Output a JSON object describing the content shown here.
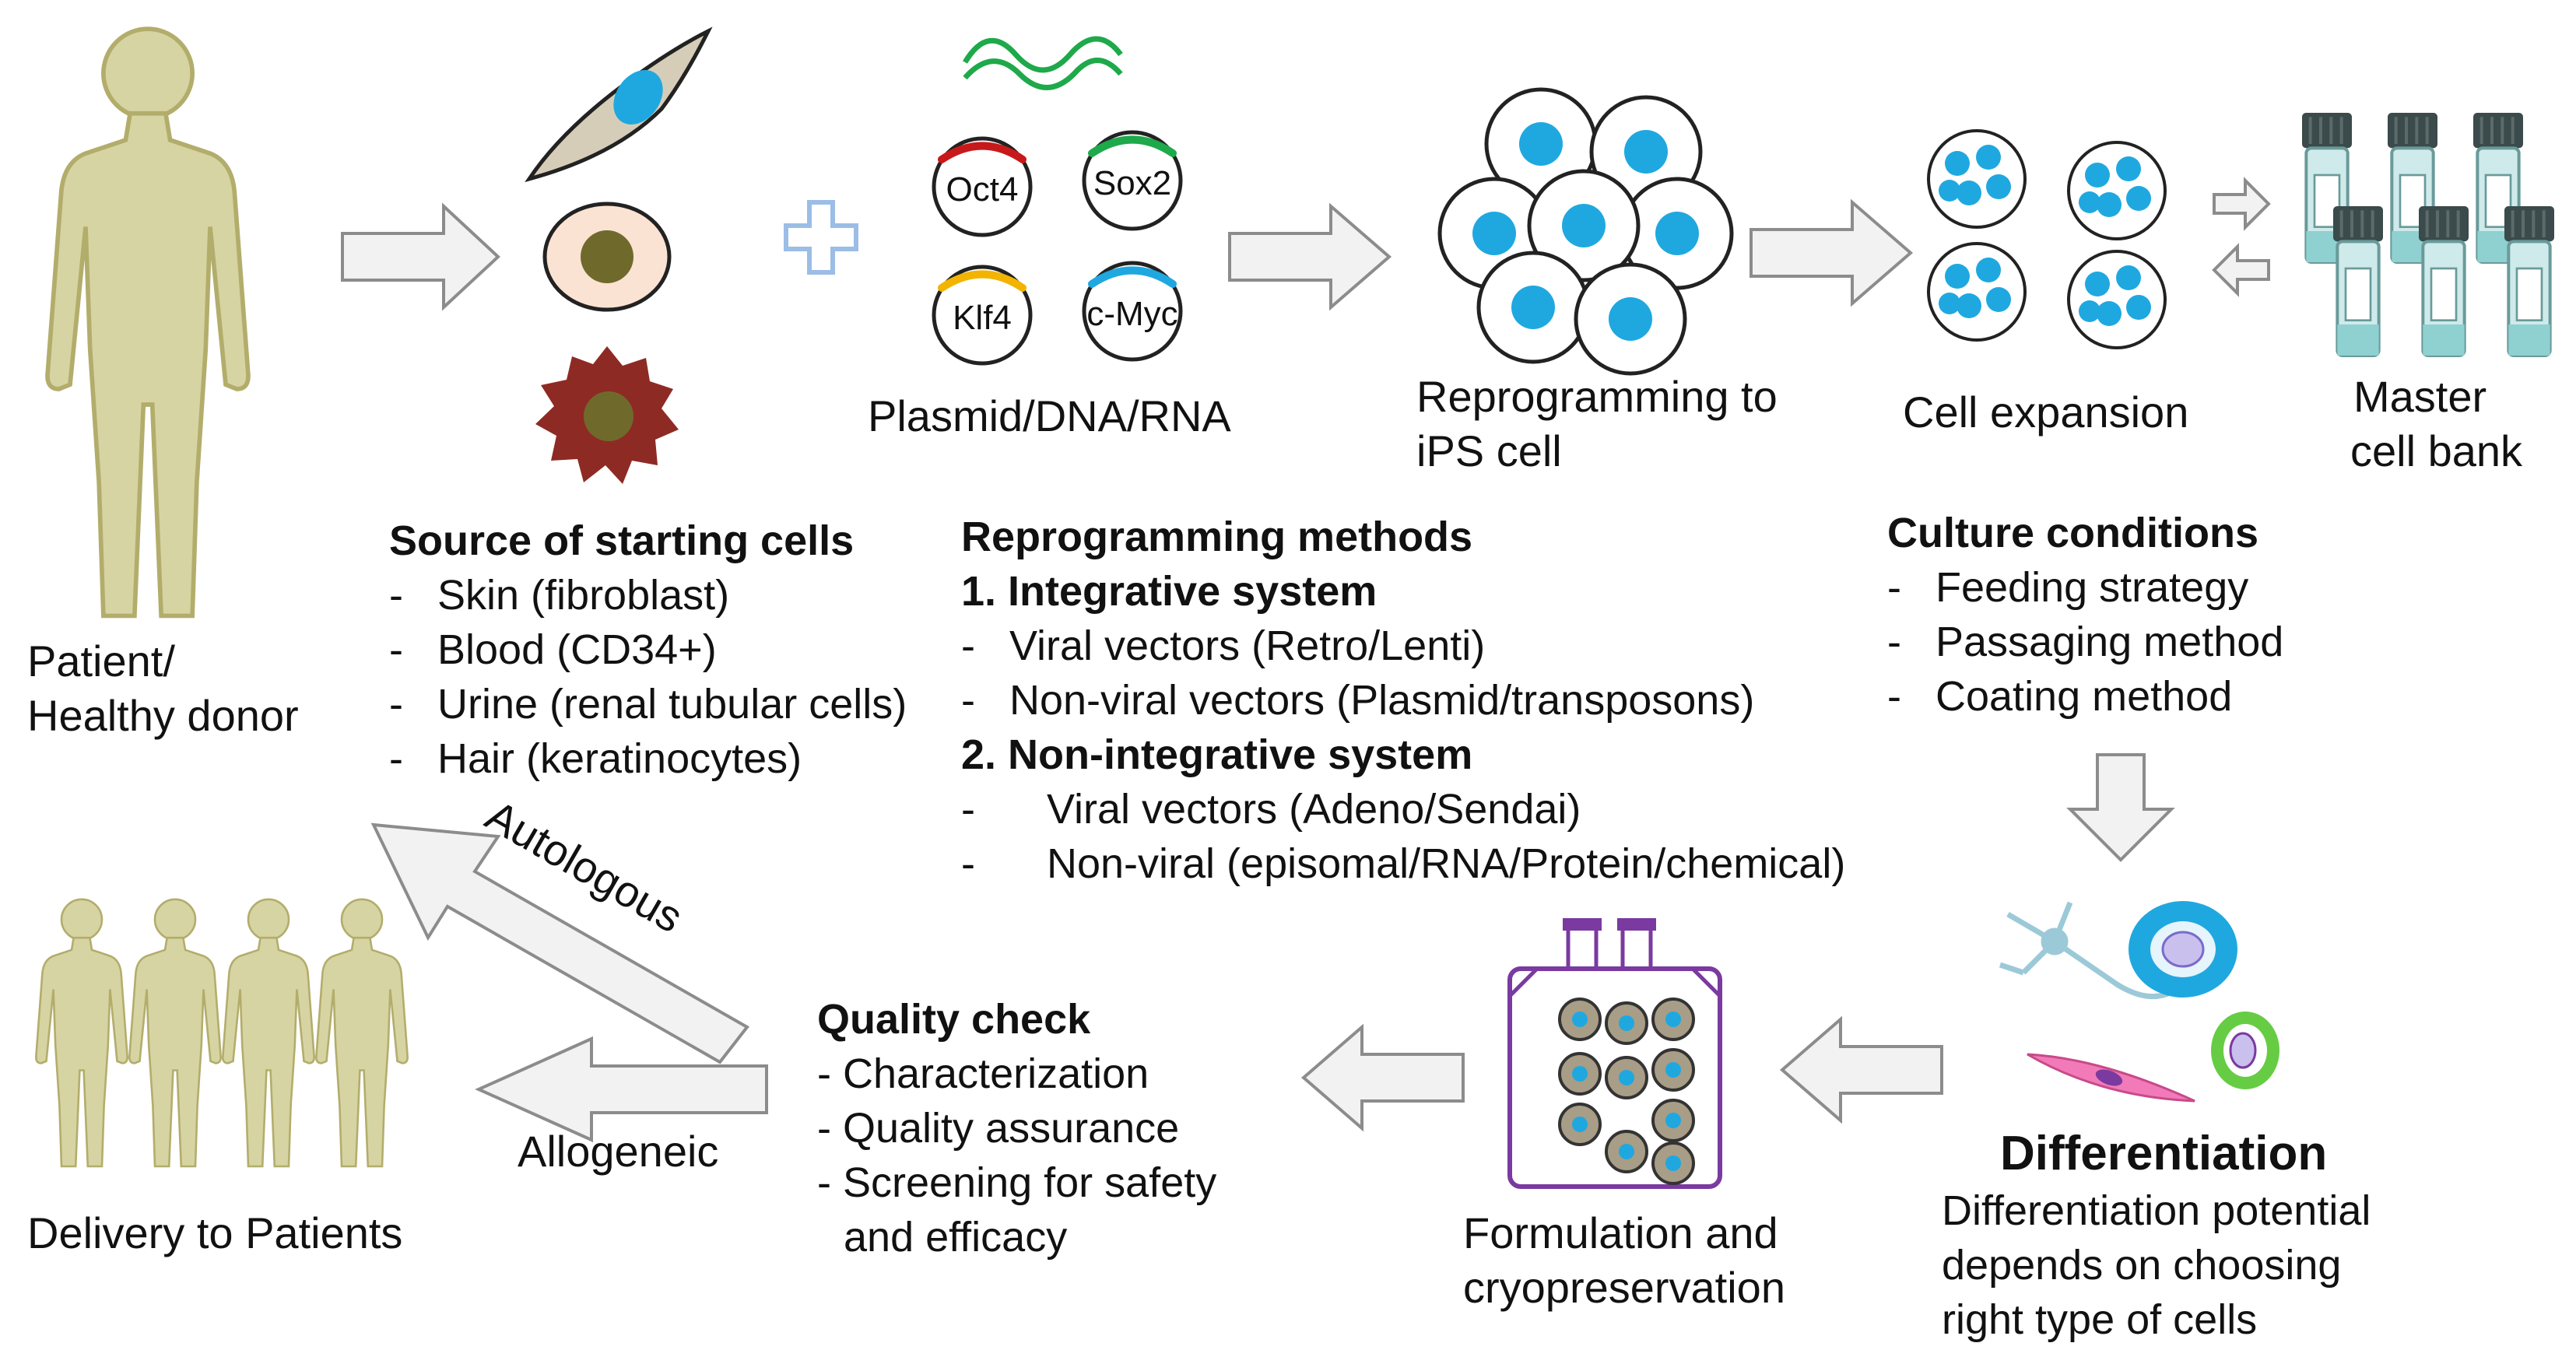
{
  "donor": {
    "label_line1": "Patient/",
    "label_line2": "Healthy  donor"
  },
  "plasmid": {
    "factors": [
      "Oct4",
      "Sox2",
      "Klf4",
      "c-Myc"
    ],
    "label": "Plasmid/DNA/RNA"
  },
  "reprogramming": {
    "label_line1": "Reprogramming to",
    "label_line2": "iPS cell"
  },
  "expansion": {
    "label": "Cell expansion"
  },
  "bank": {
    "label_line1": "Master",
    "label_line2": "cell bank"
  },
  "source": {
    "heading": "Source of starting cells",
    "items": [
      "Skin (fibroblast)",
      "Blood (CD34+)",
      "Urine (renal tubular cells)",
      "Hair (keratinocytes)"
    ]
  },
  "methods": {
    "heading": "Reprogramming methods",
    "integrative_heading": "1. Integrative system",
    "integrative_items": [
      "Viral vectors (Retro/Lenti)",
      "Non-viral vectors (Plasmid/transposons)"
    ],
    "nonintegrative_heading": "2. Non-integrative system",
    "nonintegrative_items": [
      "Viral vectors (Adeno/Sendai)",
      "Non-viral (episomal/RNA/Protein/chemical)"
    ]
  },
  "culture": {
    "heading": "Culture conditions",
    "items": [
      "Feeding strategy",
      "Passaging method",
      "Coating method"
    ]
  },
  "differentiation": {
    "heading": "Differentiation",
    "line1": "Differentiation potential",
    "line2": "depends on choosing",
    "line3": "right type of cells"
  },
  "formulation": {
    "label_line1": "Formulation and",
    "label_line2": "cryopreservation"
  },
  "quality": {
    "heading": "Quality check",
    "items": [
      "- Characterization",
      "- Quality assurance",
      "- Screening for safety"
    ],
    "item_cont": "and efficacy"
  },
  "delivery": {
    "label": "Delivery to Patients"
  },
  "routes": {
    "autologous": "Autologous",
    "allogeneic": "Allogeneic"
  },
  "colors": {
    "arrow_fill": "#f2f2f2",
    "arrow_stroke": "#8c8c8c",
    "body": "#d7d4a3",
    "body_stroke": "#b3ad6c",
    "nucleus_blue": "#1fa8e0",
    "cell_red": "#8e2a24",
    "vial_cap": "#3b4a4a",
    "vial_body": "#bfe3e3",
    "purple": "#7a3aa0"
  }
}
